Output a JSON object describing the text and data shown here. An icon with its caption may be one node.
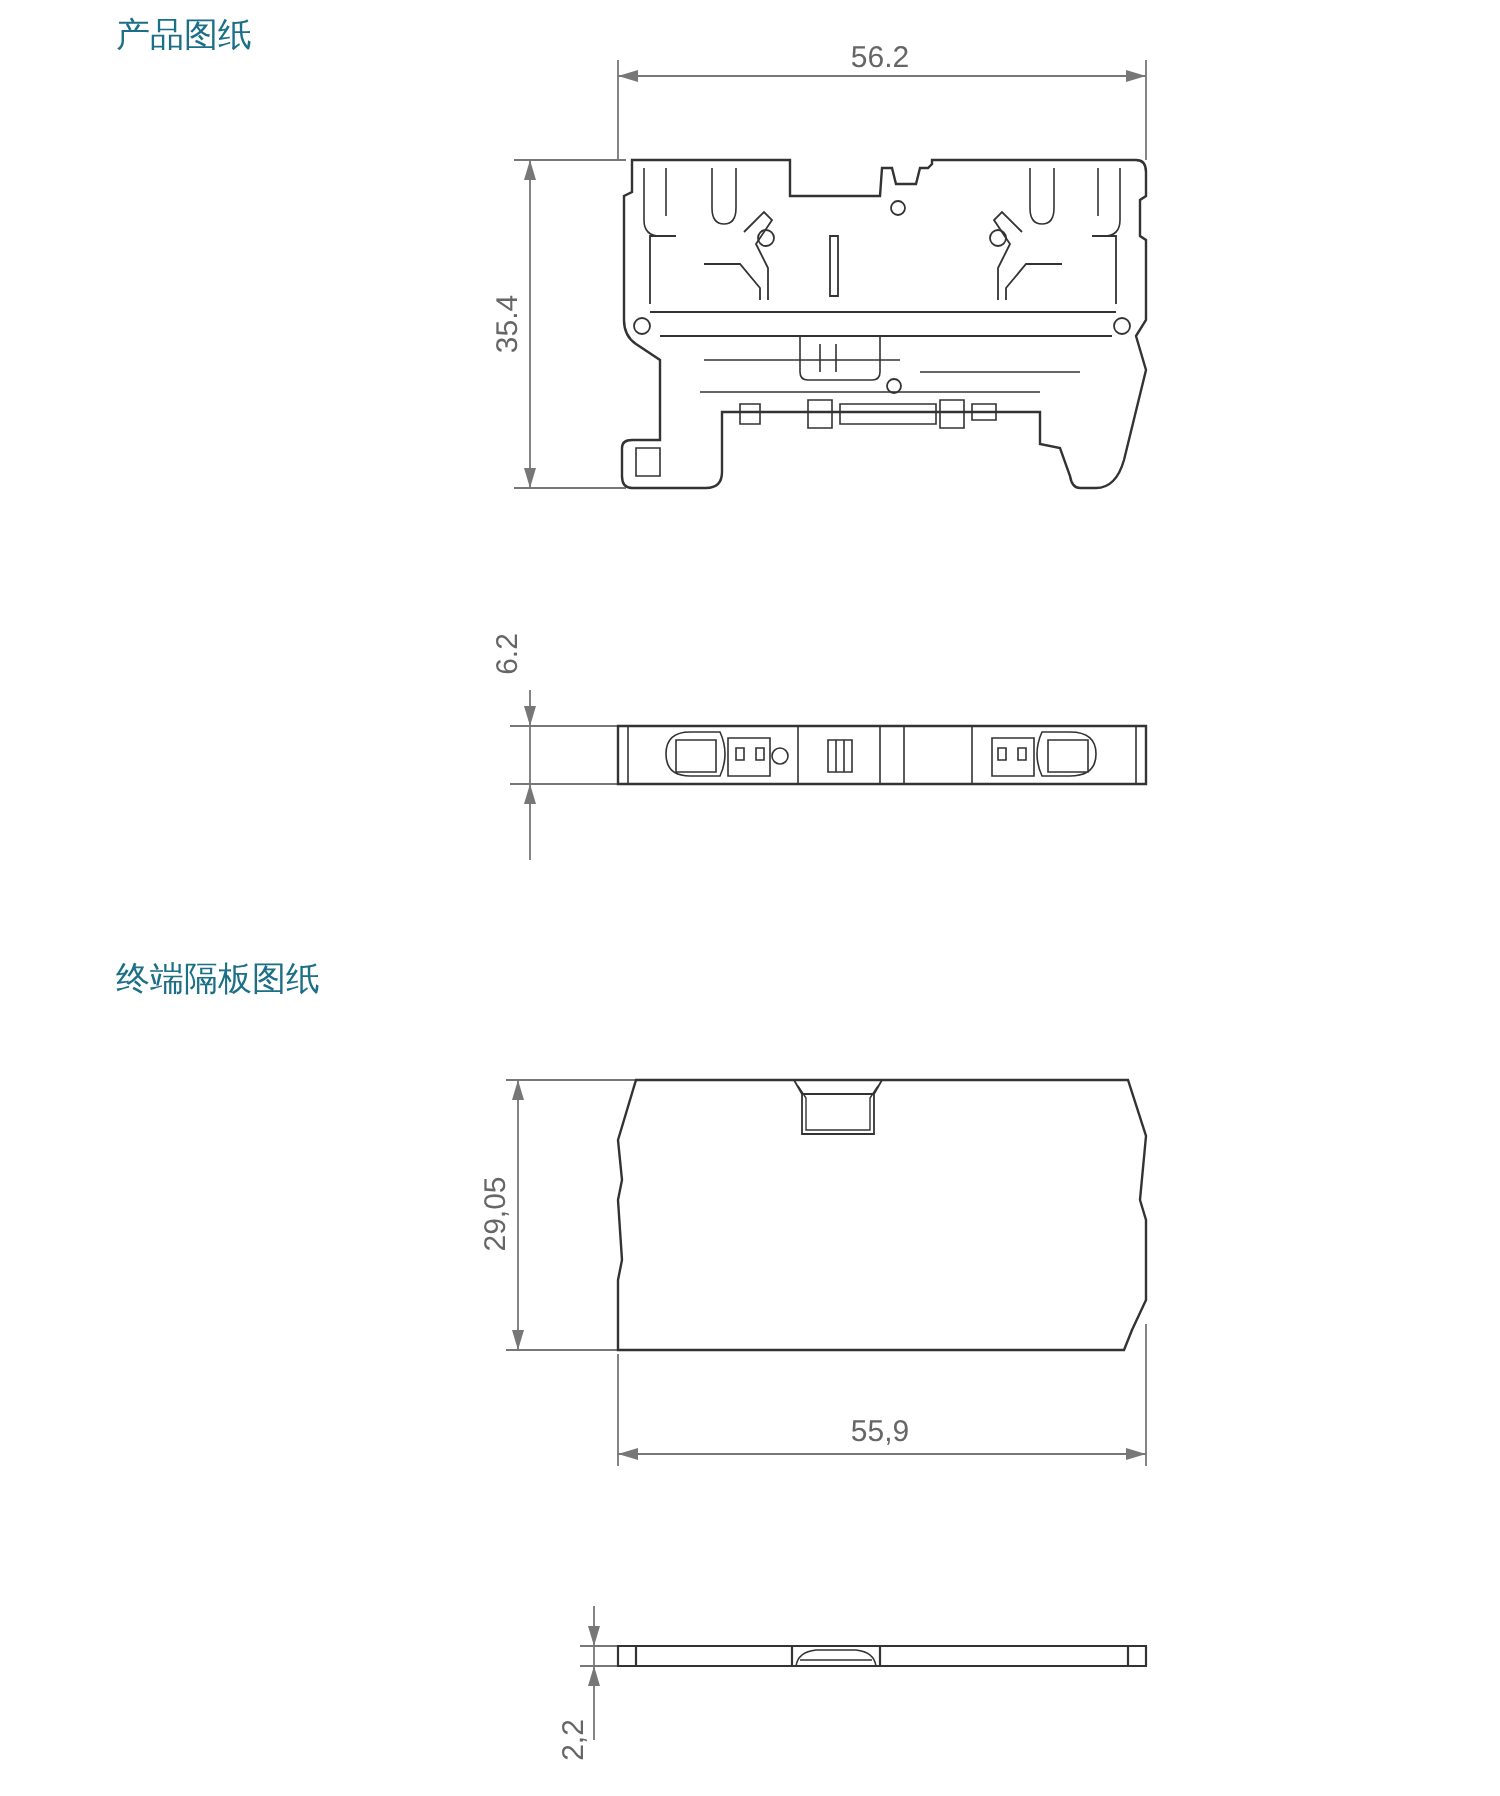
{
  "diagram": {
    "labels": [
      "产品图纸",
      "56.2",
      "35.4",
      "6.2",
      "终端隔板图纸",
      "29,05",
      "55,9",
      "2,2"
    ]
  }
}
